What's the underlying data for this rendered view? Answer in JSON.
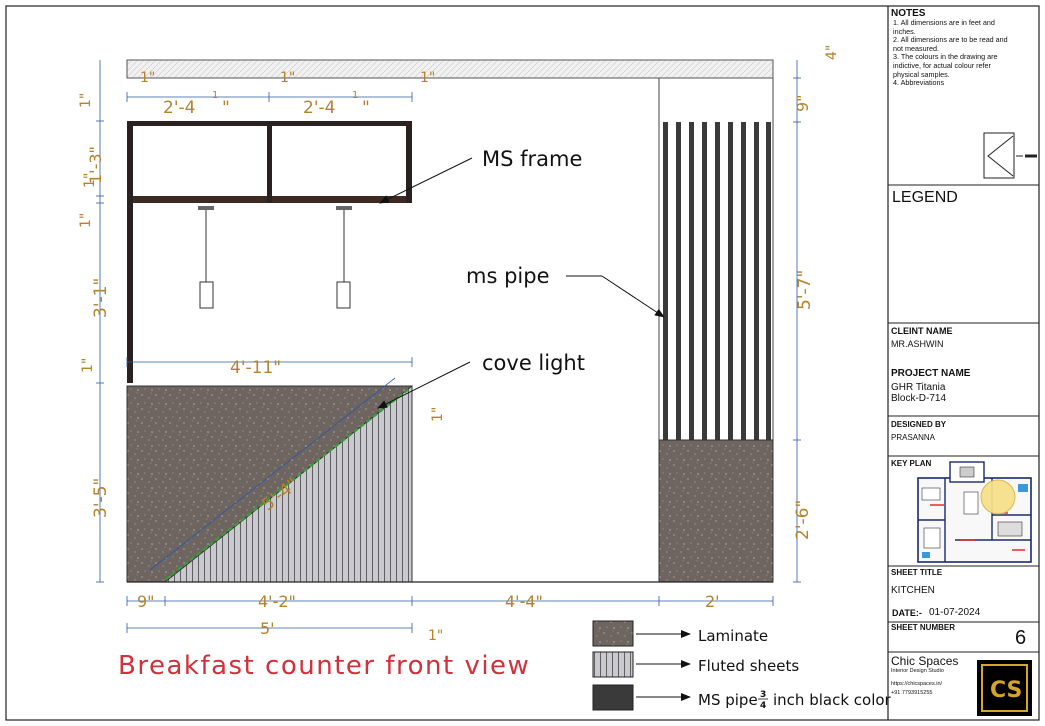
{
  "drawing": {
    "title": "Breakfast counter front view",
    "callouts": {
      "ms_frame": "MS frame",
      "ms_pipe": "ms pipe",
      "cove_light": "cove light"
    },
    "dimensions": {
      "top_1a": "1\"",
      "top_1b": "1\"",
      "top_1c": "1\"",
      "shelf_w1": "2'-4",
      "shelf_w1_frac": "1\n2",
      "shelf_w1_in": "\"",
      "shelf_w2": "2'-4",
      "shelf_w2_frac": "1\n2",
      "shelf_w2_in": "\"",
      "top_right": "4\"",
      "right_9": "9\"",
      "right_5_7": "5'-7\"",
      "right_2_6": "2'-6\"",
      "left_1a": "1\"",
      "left_1_3": "1'-3\"",
      "left_1b": "1\"",
      "left_1c": "1\"",
      "left_3_1": "3'-1\"",
      "left_1d": "1\"",
      "left_3_5": "3'-5\"",
      "counter_4_11": "4'-11\"",
      "diag_5_4": "5'-4\"",
      "cove_1": "1\"",
      "bottom_9": "9\"",
      "bottom_4_2": "4'-2\"",
      "bottom_4_4": "4'-4\"",
      "bottom_2": "2'",
      "bottom_5": "5'",
      "bottom_1": "1\""
    },
    "legend_items": [
      {
        "label": "Laminate",
        "swatch": "laminate"
      },
      {
        "label": "Fluted sheets",
        "swatch": "fluted"
      },
      {
        "label": "MS pipe",
        "label_suffix": "inch black color",
        "frac_num": "3",
        "frac_den": "4",
        "swatch": "pipe"
      }
    ]
  },
  "title_block": {
    "notes_heading": "NOTES",
    "notes": [
      "1. All dimensions are in feet and",
      "inches.",
      "2. All dimensions are to be read and",
      "not measured.",
      "3. The colours in the drawing are",
      "indictive, for actual colour refer",
      "physical samples.",
      "4. Abbreviations"
    ],
    "legend_heading": "LEGEND",
    "client_label": "CLEINT NAME",
    "client_value": "MR.ASHWIN",
    "project_label": "PROJECT NAME",
    "project_value_1": "GHR Titania",
    "project_value_2": "Block-D-714",
    "designed_label": "DESIGNED BY",
    "designed_value": "PRASANNA",
    "key_plan_label": "KEY PLAN",
    "sheet_title_label": "SHEET TITLE",
    "sheet_title_value": "KITCHEN",
    "date_label": "DATE:-",
    "date_value": "01-07-2024",
    "sheet_number_label": "SHEET NUMBER",
    "sheet_number_value": "6",
    "company_name": "Chic Spaces",
    "company_tagline": "Interior Design Studio",
    "company_web": "https://chicspaces.in/",
    "company_phone": "+91 7793915255",
    "logo_letters": "CS"
  },
  "colors": {
    "dimension": "#b5822d",
    "laminate": "#6e6460",
    "pipe": "#3a3a3a",
    "frame": "#2a2220",
    "cove_light": "#2fa52f",
    "title_red": "#d0313a",
    "dim_line": "#2b5aa8",
    "logo_gold": "#d6a42a"
  }
}
